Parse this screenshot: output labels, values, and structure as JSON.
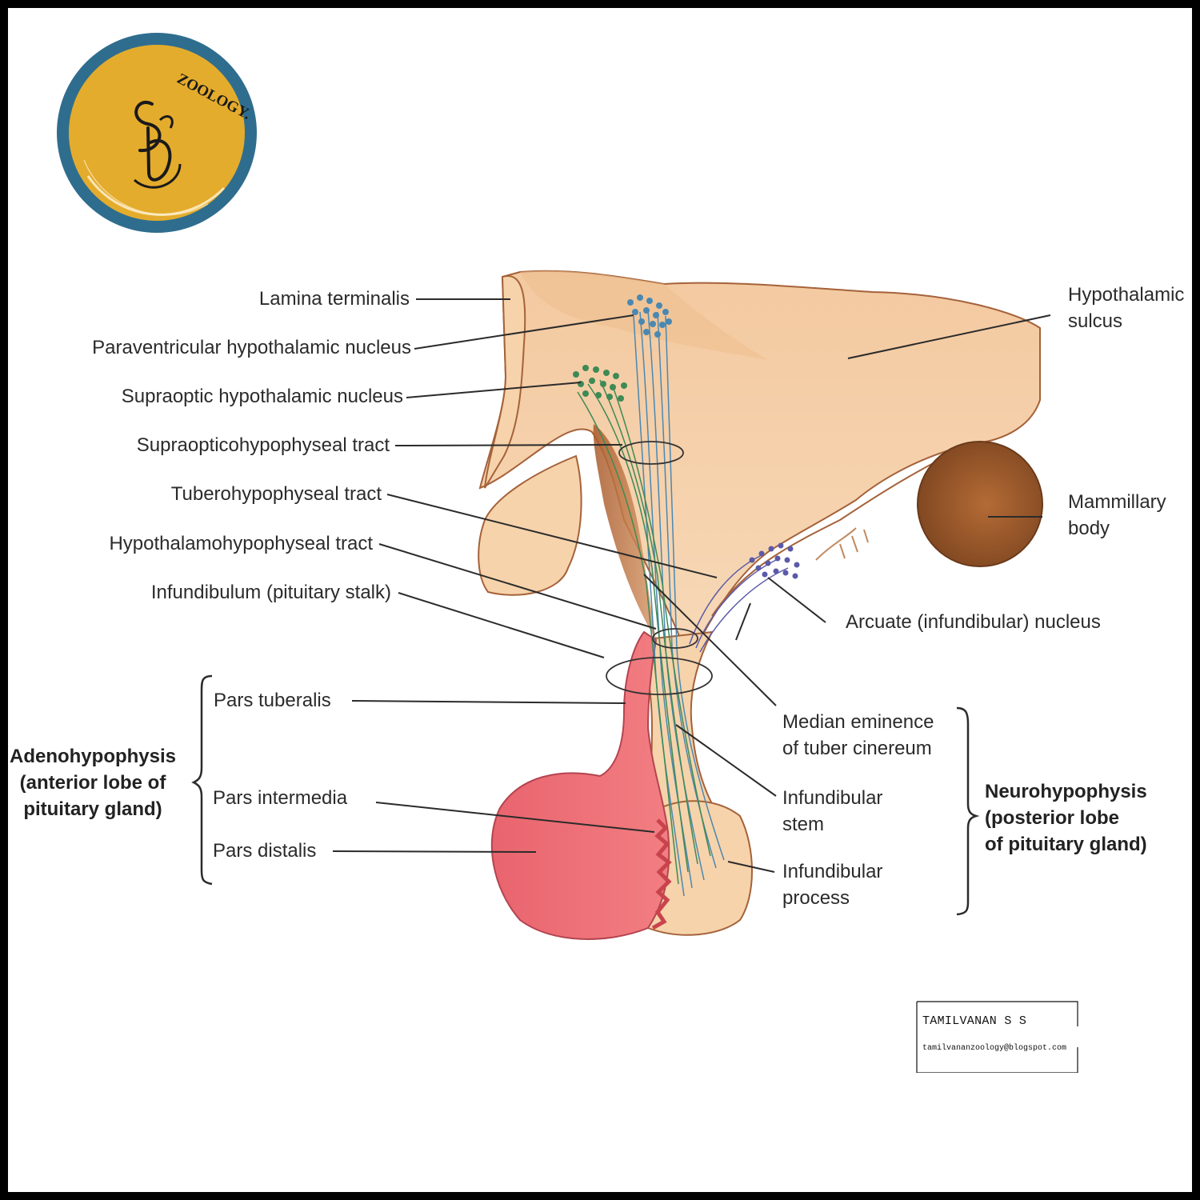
{
  "logo": {
    "text": "ZOOLOGY.",
    "colors": {
      "ring": "#2f6d8e",
      "fill": "#e4ac2c"
    }
  },
  "labels": {
    "lamina_terminalis": "Lamina terminalis",
    "paraventricular": "Paraventricular hypothalamic nucleus",
    "supraoptic": "Supraoptic hypothalamic nucleus",
    "supraopticohypophyseal": "Supraopticohypophyseal tract",
    "tuberohypophyseal": "Tuberohypophyseal tract",
    "hypothalamohypophyseal": "Hypothalamohypophyseal tract",
    "infundibulum": "Infundibulum (pituitary stalk)",
    "hypothalamic_sulcus_1": "Hypothalamic",
    "hypothalamic_sulcus_2": "sulcus",
    "mammillary_1": "Mammillary",
    "mammillary_2": "body",
    "arcuate": "Arcuate (infundibular) nucleus",
    "pars_tuberalis": "Pars tuberalis",
    "pars_intermedia": "Pars intermedia",
    "pars_distalis": "Pars distalis",
    "median_eminence_1": "Median eminence",
    "median_eminence_2": "of tuber cinereum",
    "infundibular_stem_1": "Infundibular",
    "infundibular_stem_2": "stem",
    "infundibular_process_1": "Infundibular",
    "infundibular_process_2": "process"
  },
  "groups": {
    "adeno_1": "Adenohypophysis",
    "adeno_2": "(anterior lobe of",
    "adeno_3": "pituitary gland)",
    "neuro_1": "Neurohypophysis",
    "neuro_2": "(posterior lobe",
    "neuro_3": "of pituitary gland)"
  },
  "stamp": {
    "name": "TAMILVANAN S S",
    "email": "tamilvananzoology@blogspot.com"
  },
  "colors": {
    "tissue": "#f6d3ab",
    "tissue_dark": "#c97f52",
    "adeno": "#ec6a72",
    "mammillary": "#a4622f",
    "fiber_blue": "#4a88b2",
    "fiber_green": "#3e8a55"
  }
}
